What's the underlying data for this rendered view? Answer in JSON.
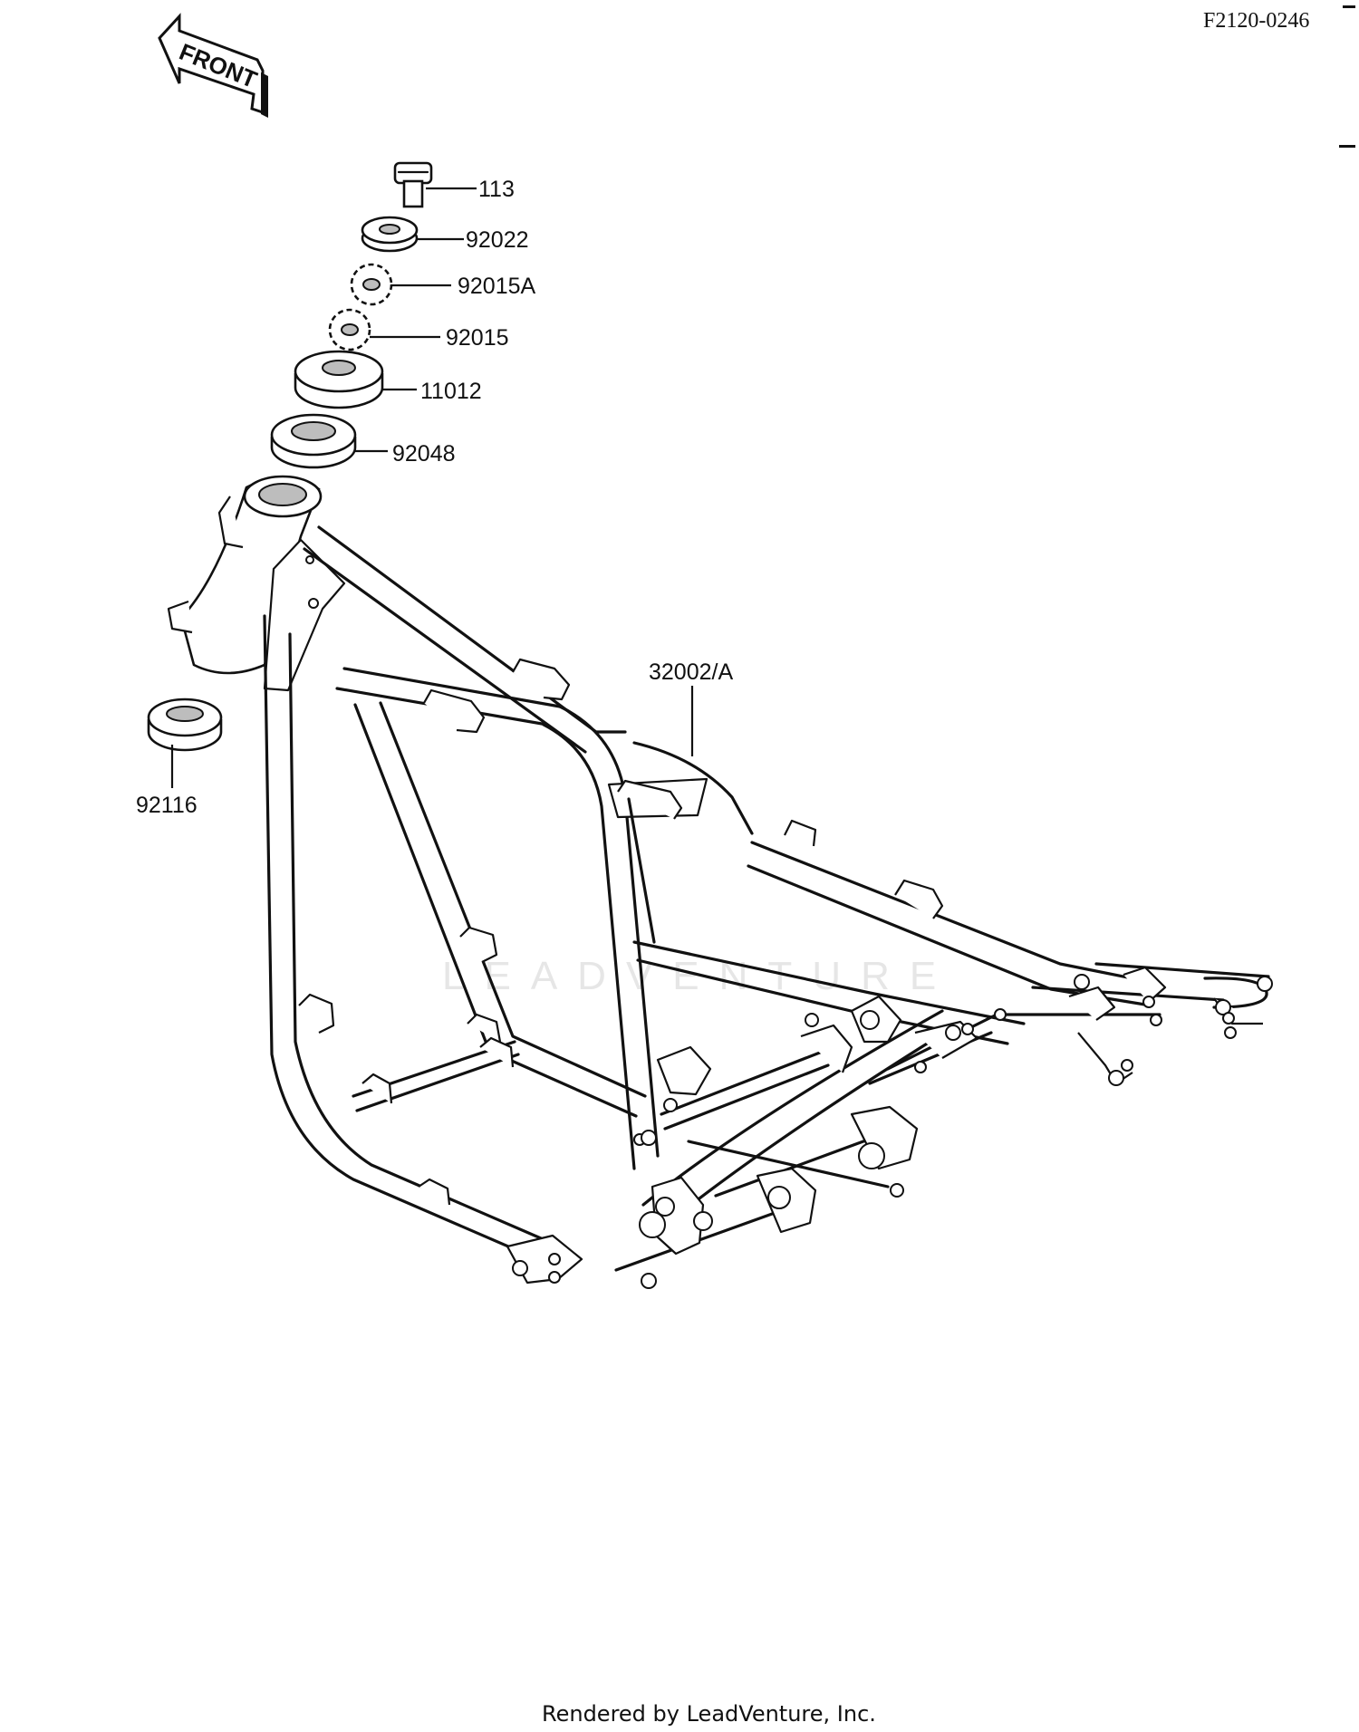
{
  "document": {
    "code": "F2120-0246",
    "footer": "Rendered by LeadVenture, Inc.",
    "watermark": "LEADVENTURE"
  },
  "front_indicator": {
    "label": "FRONT",
    "icon": "front-arrow-icon"
  },
  "parts": [
    {
      "id": "bolt",
      "number": "113"
    },
    {
      "id": "washer",
      "number": "92022"
    },
    {
      "id": "lock-washer-a",
      "number": "92015A"
    },
    {
      "id": "lock-washer",
      "number": "92015"
    },
    {
      "id": "cap",
      "number": "11012"
    },
    {
      "id": "upper-bearing",
      "number": "92048"
    },
    {
      "id": "lower-bearing",
      "number": "92116"
    },
    {
      "id": "frame",
      "number": "32002/A"
    }
  ],
  "colors": {
    "line": "#111111",
    "background": "#ffffff",
    "watermark": "#e6e6e6"
  }
}
